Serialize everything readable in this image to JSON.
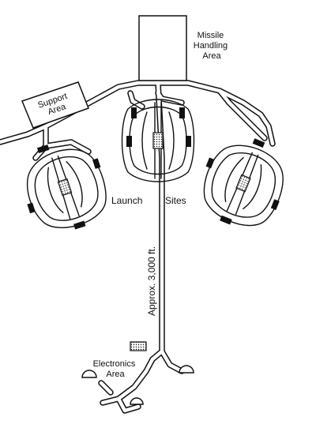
{
  "labels": {
    "missile_handling": [
      "Missile",
      "Handling",
      "Area"
    ],
    "support": [
      "Support",
      "Area"
    ],
    "launch_sites": [
      "Launch",
      "Sites"
    ],
    "distance": "Approx. 3,000 ft.",
    "electronics": [
      "Electronics",
      "Area"
    ]
  }
}
